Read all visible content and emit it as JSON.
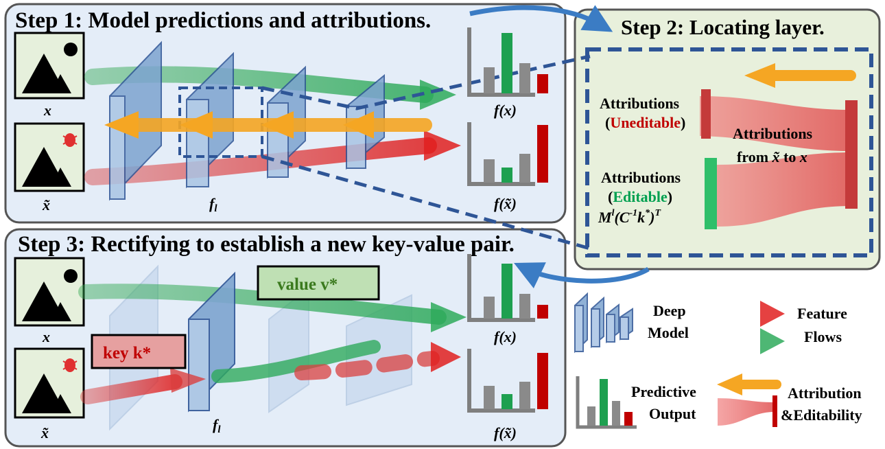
{
  "step1": {
    "title": "Step 1: Model predictions and attributions."
  },
  "step2": {
    "title": "Step 2: Locating layer.",
    "attr_uneditable": {
      "line1": "Attributions",
      "word": "Uneditable",
      "open": "(",
      "close": ")"
    },
    "attr_editable": {
      "line1": "Attributions",
      "word": "Editable",
      "open": "(",
      "close": ")",
      "formula": "M",
      "formula_sup1": "l",
      "formula_mid": "(C",
      "formula_sup2": "-1",
      "formula_k": "k",
      "formula_sup3": "*",
      "formula_close": ")",
      "formula_sup4": "T"
    },
    "attr_flow": {
      "line1": "Attributions",
      "line2_pre": "from ",
      "line2_x1": "x̃",
      "line2_mid": " to ",
      "line2_x2": "x"
    }
  },
  "step3": {
    "title": "Step 3: Rectifying to establish a new key-value pair.",
    "value_label": "value v*",
    "key_label": "key k*"
  },
  "labels": {
    "x": "x",
    "x_tilde": "x̃",
    "f_l": "f",
    "f_l_sub": "l",
    "f_x": "f(x)",
    "f_x_tilde": "f(x̃)"
  },
  "legend": {
    "deep_model": [
      "Deep",
      "Model"
    ],
    "feature_flows": [
      "Feature",
      "Flows"
    ],
    "predictive_output": [
      "Predictive",
      "Output"
    ],
    "attribution": [
      "Attribution",
      "&Editability"
    ]
  },
  "colors": {
    "panel_bg": "#e4edf8",
    "panel2_bg": "#e8f0dc",
    "dashed_blue": "#2e5596",
    "arrow_blue": "#3b7cc4",
    "red": "#c00000",
    "green": "#00a050",
    "orange": "#f5a623"
  },
  "icons": [
    "mountain-sun-icon",
    "mountain-bug-icon"
  ]
}
